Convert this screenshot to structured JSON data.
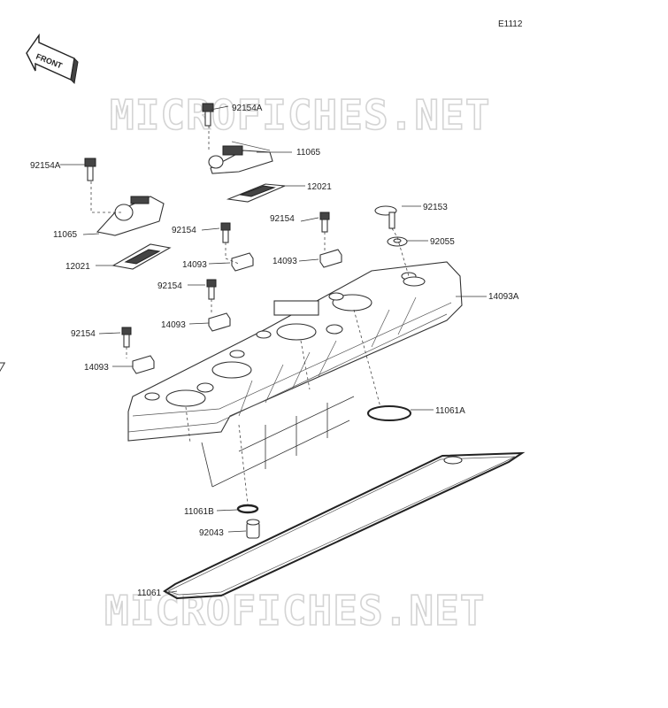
{
  "diagram_code": "E1112",
  "front_label": "FRONT",
  "watermark": "MICROFICHES.NET",
  "labels": {
    "p92154A_top": "92154A",
    "p11065_top": "11065",
    "p12021_top": "12021",
    "p92154A_left": "92154A",
    "p11065_left": "11065",
    "p92153": "92153",
    "p92154_a": "92154",
    "p92154_b": "92154",
    "p92055": "92055",
    "p12021_left": "12021",
    "p14093_a": "14093",
    "p14093_b": "14093",
    "p92154_c": "92154",
    "p14093A": "14093A",
    "p14093_c": "14093",
    "p92154_d": "92154",
    "p14093_d": "14093",
    "p11061A": "11061A",
    "p11061B": "11061B",
    "p92043": "92043",
    "p11061": "11061"
  }
}
